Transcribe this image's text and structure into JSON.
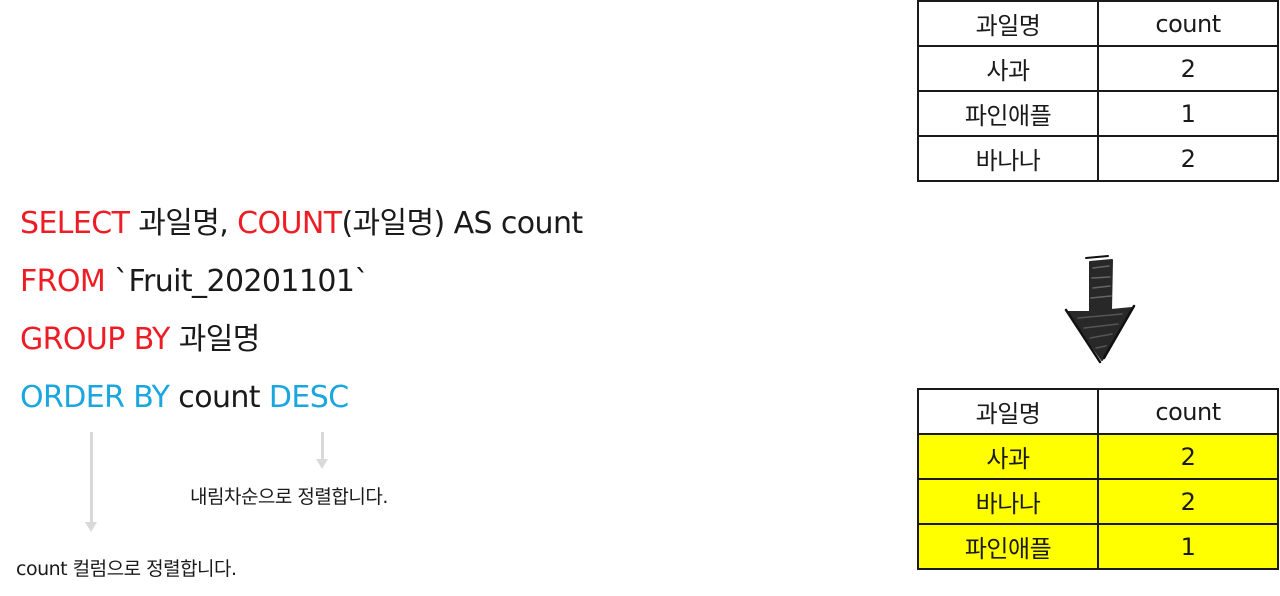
{
  "sql": {
    "line1": {
      "kw1": "SELECT",
      "t1": " 과일명, ",
      "kw2": "COUNT",
      "t2": "(과일명) AS count"
    },
    "line2": {
      "kw1": "FROM",
      "t1": " `Fruit_20201101`"
    },
    "line3": {
      "kw1": "GROUP BY",
      "t1": " 과일명"
    },
    "line4": {
      "kw1": "ORDER BY",
      "t1": " count ",
      "kw2": "DESC"
    }
  },
  "notes": {
    "desc": "내림차순으로 정렬합니다.",
    "count": "count 컬럼으로 정렬합니다."
  },
  "table_before": {
    "headers": [
      "과일명",
      "count"
    ],
    "rows": [
      [
        "사과",
        "2"
      ],
      [
        "파인애플",
        "1"
      ],
      [
        "바나나",
        "2"
      ]
    ]
  },
  "table_after": {
    "headers": [
      "과일명",
      "count"
    ],
    "rows": [
      [
        "사과",
        "2"
      ],
      [
        "바나나",
        "2"
      ],
      [
        "파인애플",
        "1"
      ]
    ],
    "highlight_color": "#ffff00"
  },
  "colors": {
    "keyword_red": "#ee1c24",
    "keyword_blue": "#1aa6df",
    "arrow_gray": "#d9d9d9"
  },
  "icons": {
    "transition": "hand-drawn-down-arrow-icon"
  }
}
